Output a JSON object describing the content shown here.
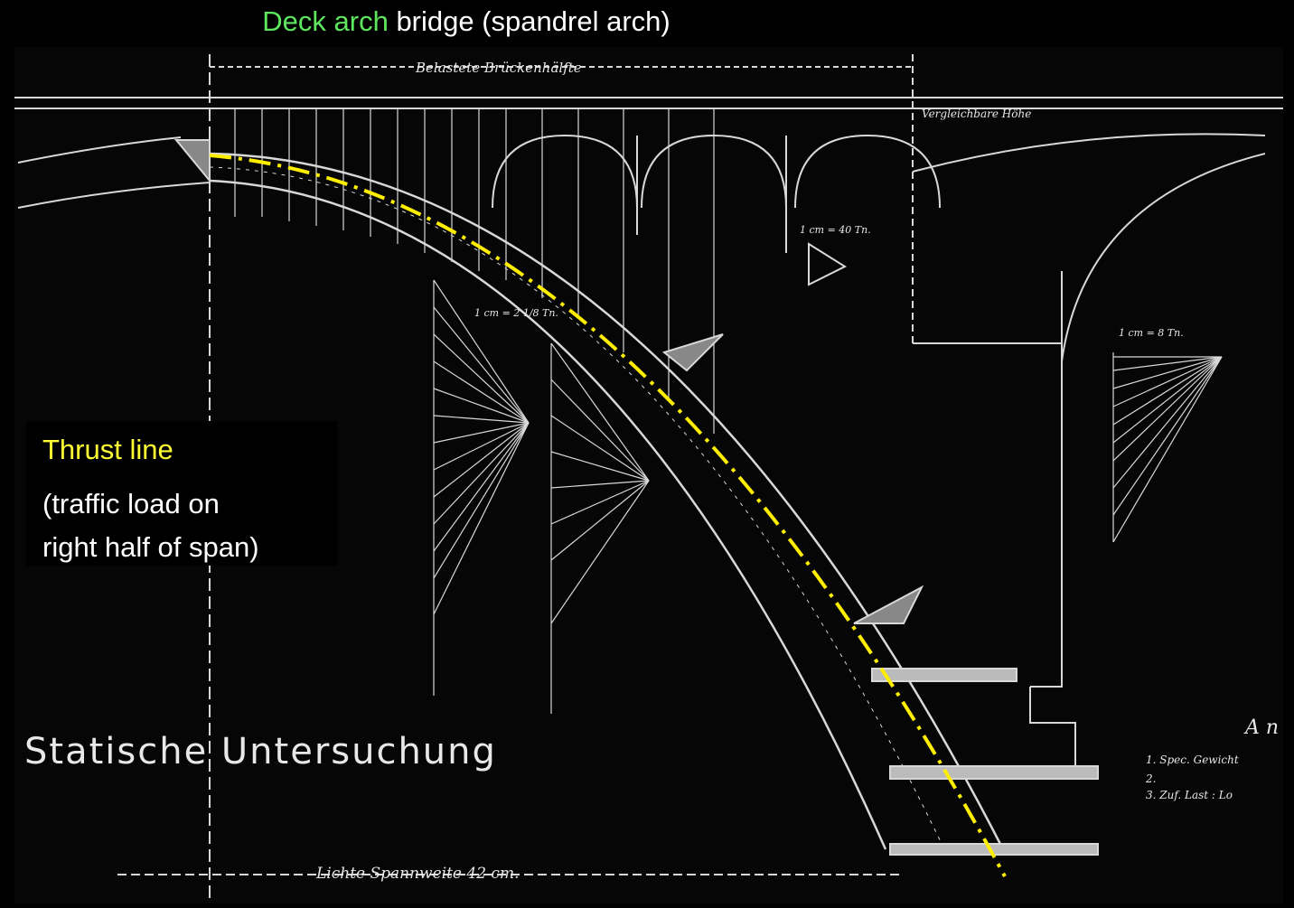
{
  "title": {
    "highlight": "Deck arch",
    "rest": " bridge (spandrel arch)",
    "highlight_color": "#5fe65f"
  },
  "legend": {
    "title": "Thrust line",
    "line1": "(traffic load on",
    "line2": "right half of span)",
    "title_color": "#ffff33",
    "thrust_line_color": "#ffee00"
  },
  "drawing": {
    "main_label": "Statische   Untersuchung",
    "top_label": "Belastete Brückenhälfte",
    "right_top_label": "Vergleichbare Höhe",
    "span_label": "Lichte Spannweite 42 cm.",
    "scale_labels": [
      "1 cm = 40 Tn.",
      "1 cm = 2 1/8 Tn.",
      "1 cm = 8 Tn."
    ],
    "side_notes": [
      "A n",
      "1. Spec. Gewicht",
      "2.",
      "3. Zuf. Last : Lo"
    ]
  }
}
